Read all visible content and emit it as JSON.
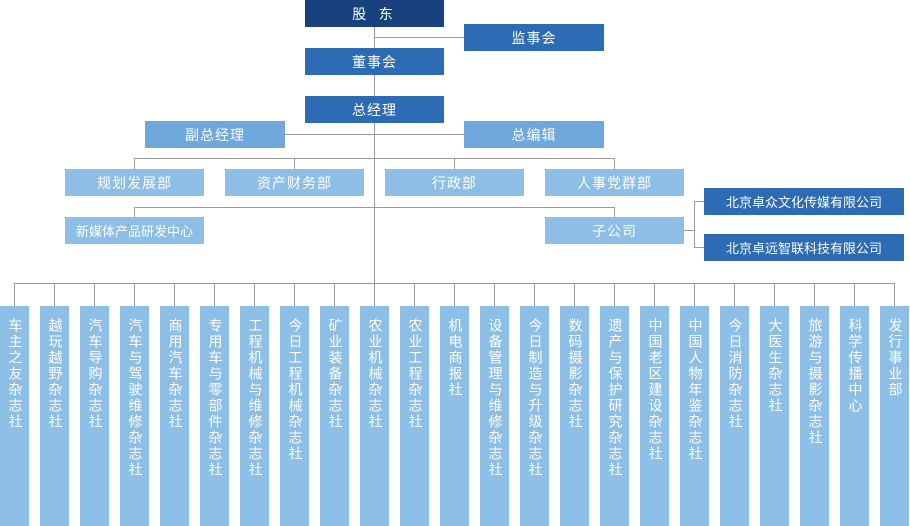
{
  "top": {
    "shareholders": "股 东",
    "supervisory": "监事会",
    "board": "董事会",
    "gm": "总经理",
    "deputy_gm": "副总经理",
    "chief_editor": "总编辑"
  },
  "departments": [
    "规划发展部",
    "资产财务部",
    "行政部",
    "人事党群部"
  ],
  "new_media": "新媒体产品研发中心",
  "subsidiary": "子公司",
  "subsidiaries": [
    "北京卓众文化传媒有限公司",
    "北京卓远智联科技有限公司"
  ],
  "units": [
    "车主之友杂志社",
    "越玩越野杂志社",
    "汽车导购杂志社",
    "汽车与驾驶维修杂志社",
    "商用汽车杂志社",
    "专用车与零部件杂志社",
    "工程机械与维修杂志社",
    "今日工程机械杂志社",
    "矿业装备杂志社",
    "农业机械杂志社",
    "农业工程杂志社",
    "机电商报社",
    "设备管理与维修杂志社",
    "今日制造与升级杂志社",
    "数码摄影杂志社",
    "遗产与保护研究杂志社",
    "中国老区建设杂志社",
    "中国人物年鉴杂志社",
    "今日消防杂志社",
    "大医生杂志社",
    "旅游与摄影杂志社",
    "科学传播中心",
    "发行事业部"
  ]
}
